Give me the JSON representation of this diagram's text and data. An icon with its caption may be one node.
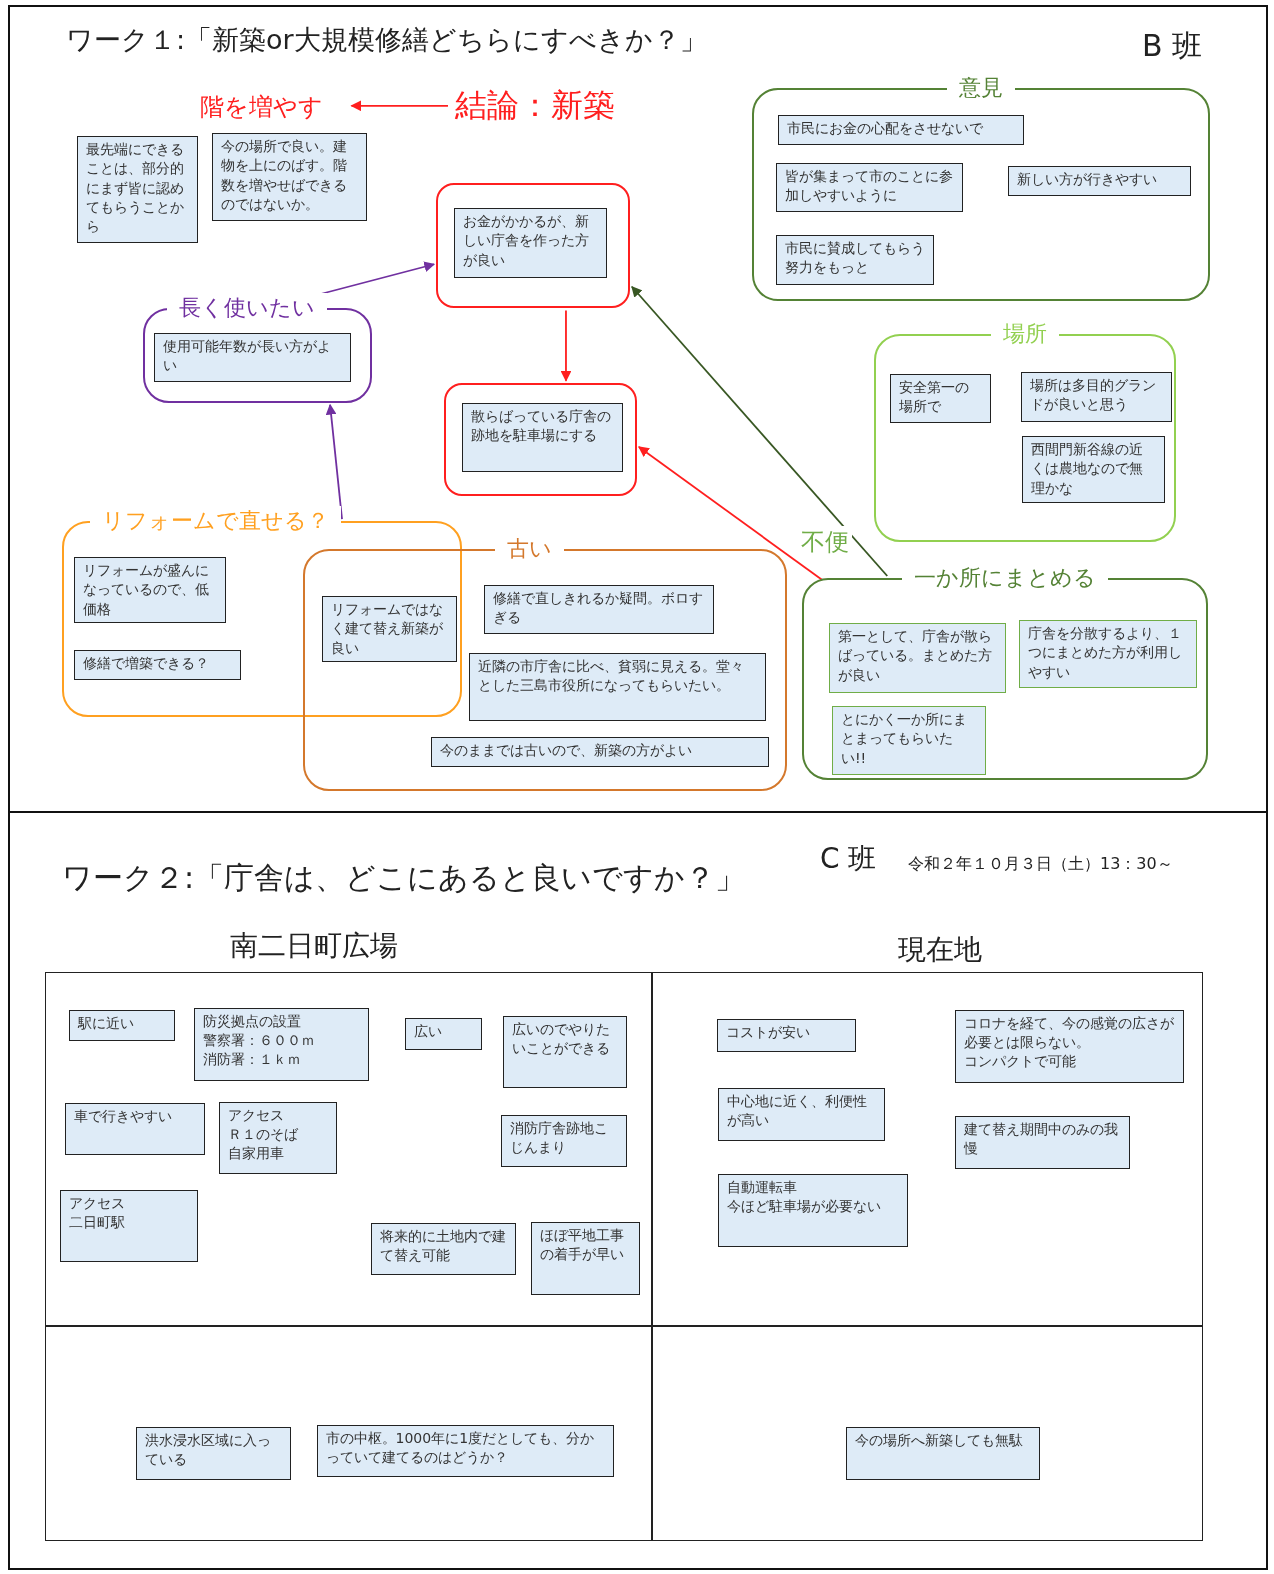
{
  "diagram": {
    "nodes": [
      {
        "text": [
          "結論：新築"
        ]
      },
      {
        "text": [
          "階を増やす"
        ]
      },
      {
        "text": [
          "最先端にできることは、部分的にまず皆に認めてもらうことから"
        ]
      },
      {
        "text": [
          "今の場所で良い。建物を上にのばす。階数を増やせばできるのではないか。"
        ]
      },
      {
        "text": [],
        "shape": "box"
      },
      {
        "text": [
          "お金がかかるが、新しい庁舎を作った方が良い"
        ],
        "in": 4
      },
      {
        "text": [],
        "shape": "box"
      },
      {
        "text": [
          "散らばっている庁舎の跡地を駐車場にする"
        ],
        "in": 6
      },
      {
        "text": [
          "長く使いたい"
        ]
      },
      {
        "text": [
          "使用可能年数が長い方がよい"
        ],
        "in": 8
      },
      {
        "text": [
          "意見"
        ]
      },
      {
        "text": [
          "市民にお金の心配をさせないで"
        ],
        "in": 10
      },
      {
        "text": [
          "皆が集まって市のことに参加しやすいように"
        ],
        "in": 10
      },
      {
        "text": [
          "新しい方が行きやすい"
        ],
        "in": 10
      },
      {
        "text": [
          "市民に賛成してもらう努力をもっと"
        ],
        "in": 10
      },
      {
        "text": [
          "場所"
        ]
      },
      {
        "text": [
          "安全第一の場所で"
        ],
        "in": 15
      },
      {
        "text": [
          "場所は多目的グランドが良いと思う"
        ],
        "in": 15
      },
      {
        "text": [
          "西間門新谷線の近くは農地なので無理かな"
        ],
        "in": 15
      },
      {
        "text": [
          "リフォームで直せる？"
        ]
      },
      {
        "text": [
          "リフォームが盛んになっているので、低価格"
        ],
        "in": 19
      },
      {
        "text": [
          "修繕で増築できる？"
        ],
        "in": 19
      },
      {
        "text": [
          "古い"
        ]
      },
      {
        "text": [
          "リフォームではなく建て替え新築が良い"
        ]
      },
      {
        "text": [
          "修繕で直しきれるか疑問。ボロすぎる"
        ],
        "in": 22
      },
      {
        "text": [
          "近隣の市庁舎に比べ、貧弱に見える。堂々とした三島市役所になってもらいたい。"
        ],
        "in": 22
      },
      {
        "text": [
          "今のままでは古いので、新築の方がよい"
        ],
        "in": 22
      },
      {
        "text": [
          "一か所にまとめる"
        ]
      },
      {
        "text": [
          "第一として、庁舎が散らばっている。まとめた方が良い"
        ],
        "in": 27
      },
      {
        "text": [
          "庁舎を分散するより、１つにまとめた方が利用しやすい"
        ],
        "in": 27
      },
      {
        "text": [
          "とにかく一か所にまとまってもらいたい!!"
        ],
        "in": 27
      },
      {
        "text": [],
        "shape": "box"
      },
      {
        "text": [
          "駅に近い"
        ],
        "in": 31
      },
      {
        "text": [
          "防災拠点の設置",
          "警察署：６００ｍ",
          "消防署：１ｋｍ"
        ],
        "in": 31
      },
      {
        "text": [
          "広い"
        ],
        "in": 31
      },
      {
        "text": [
          "広いのでやりたいことができる"
        ],
        "in": 31
      },
      {
        "text": [
          "車で行きやすい"
        ],
        "in": 31
      },
      {
        "text": [
          "アクセス",
          "Ｒ１のそば",
          "自家用車"
        ],
        "in": 31
      },
      {
        "text": [
          "消防庁舎跡地こじんまり"
        ],
        "in": 31
      },
      {
        "text": [
          "アクセス",
          "二日町駅"
        ],
        "in": 31
      },
      {
        "text": [
          "将来的に土地内で建て替え可能"
        ],
        "in": 31
      },
      {
        "text": [
          "ほぼ平地工事の着手が早い"
        ],
        "in": 31
      },
      {
        "text": [],
        "shape": "box"
      },
      {
        "text": [
          "コストが安い"
        ],
        "in": 42
      },
      {
        "text": [
          "コロナを経て、今の感覚の広さが必要とは限らない。",
          "コンパクトで可能"
        ],
        "in": 42
      },
      {
        "text": [
          "中心地に近く、利便性が高い"
        ],
        "in": 42
      },
      {
        "text": [
          "建て替え期間中のみの我慢"
        ],
        "in": 42
      },
      {
        "text": [
          "自動運転車",
          "今ほど駐車場が必要ない"
        ],
        "in": 42
      },
      {
        "text": [],
        "shape": "box"
      },
      {
        "text": [
          "洪水浸水区域に入っている"
        ],
        "in": 48
      },
      {
        "text": [
          "市の中枢。1000年に1度だとしても、分かっていて建てるのはどうか？"
        ],
        "in": 48
      },
      {
        "text": [],
        "shape": "box"
      },
      {
        "text": [
          "今の場所へ新築しても無駄"
        ],
        "in": 51
      }
    ],
    "edges": [
      {
        "from": 0,
        "to": 1,
        "arrow": "to"
      },
      {
        "from": 8,
        "to": 4,
        "arrow": "to",
        "color": "#7030a0"
      },
      {
        "from": 19,
        "to": 8,
        "arrow": "to",
        "color": "#7030a0"
      },
      {
        "from": 4,
        "to": 6,
        "arrow": "to"
      },
      {
        "from": 27,
        "to": 6,
        "arrow": "to",
        "label": "不便"
      },
      {
        "from": 27,
        "to": 4,
        "arrow": "to",
        "color": "#385723"
      }
    ],
    "labels": [
      "ワーク１:「新築or大規模修繕どちらにすべきか？」",
      "B 班",
      "ワーク２:「庁舎は、どこにあると良いですか？」",
      "C 班",
      "令和２年１０月３日（土）13：30～",
      "南二日町広場",
      "現在地"
    ]
  }
}
